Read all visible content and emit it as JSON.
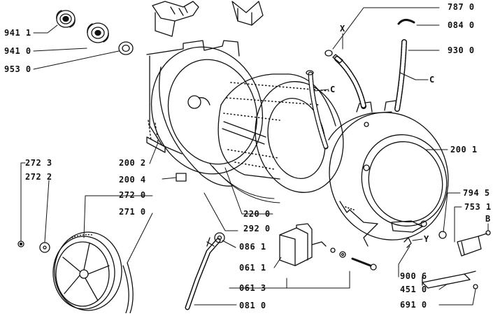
{
  "diagram": {
    "part_labels": [
      {
        "id": "p1",
        "text": "941 1"
      },
      {
        "id": "p2",
        "text": "941 0"
      },
      {
        "id": "p3",
        "text": "953 0"
      },
      {
        "id": "p4",
        "text": "272 3"
      },
      {
        "id": "p5",
        "text": "272 2"
      },
      {
        "id": "p6",
        "text": "200 2"
      },
      {
        "id": "p7",
        "text": "200 4"
      },
      {
        "id": "p8",
        "text": "272 0"
      },
      {
        "id": "p9",
        "text": "271 0"
      },
      {
        "id": "p10",
        "text": "220 0"
      },
      {
        "id": "p11",
        "text": "292 0"
      },
      {
        "id": "p12",
        "text": "086 1"
      },
      {
        "id": "p13",
        "text": "061 1"
      },
      {
        "id": "p14",
        "text": "061 3"
      },
      {
        "id": "p15",
        "text": "081 0"
      },
      {
        "id": "p16",
        "text": "787 0"
      },
      {
        "id": "p17",
        "text": "084 0"
      },
      {
        "id": "p18",
        "text": "930 0"
      },
      {
        "id": "p19",
        "text": "200 1"
      },
      {
        "id": "p20",
        "text": "794 5"
      },
      {
        "id": "p21",
        "text": "753 1"
      },
      {
        "id": "p22",
        "text": "900 6"
      },
      {
        "id": "p23",
        "text": "451 0"
      },
      {
        "id": "p24",
        "text": "691 0"
      }
    ],
    "callout_letters": {
      "x": "X",
      "c_left": "C",
      "c_right": "C",
      "y": "Y",
      "b": "B"
    }
  }
}
